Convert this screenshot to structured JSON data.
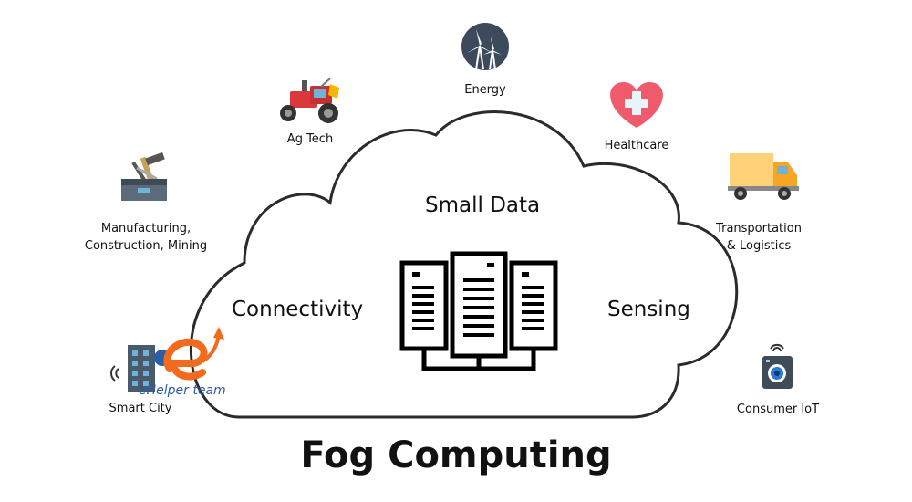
{
  "title": "Fog Computing",
  "cloud_labels": {
    "top": "Small Data",
    "left": "Connectivity",
    "right": "Sensing"
  },
  "sectors": [
    {
      "id": "energy",
      "label": "Energy",
      "icon": "wind-turbine-icon"
    },
    {
      "id": "agtech",
      "label": "Ag Tech",
      "icon": "tractor-icon"
    },
    {
      "id": "healthcare",
      "label": "Healthcare",
      "icon": "heart-cross-icon"
    },
    {
      "id": "manufacturing",
      "label": "Manufacturing,\nConstruction, Mining",
      "icon": "toolbox-icon"
    },
    {
      "id": "transport",
      "label": "Transportation\n& Logistics",
      "icon": "truck-icon"
    },
    {
      "id": "smartcity",
      "label": "Smart City",
      "icon": "building-icon"
    },
    {
      "id": "consumer",
      "label": "Consumer IoT",
      "icon": "camera-icon"
    }
  ],
  "watermark": "eHelper team",
  "colors": {
    "energy_circle": "#3c4a5c",
    "heart": "#f05b6b",
    "tractor": "#d9393b",
    "truck_box": "#ffd27a",
    "truck_cab": "#f5a623",
    "watermark_orange": "#f26a1b",
    "watermark_blue": "#2b5ea8"
  }
}
